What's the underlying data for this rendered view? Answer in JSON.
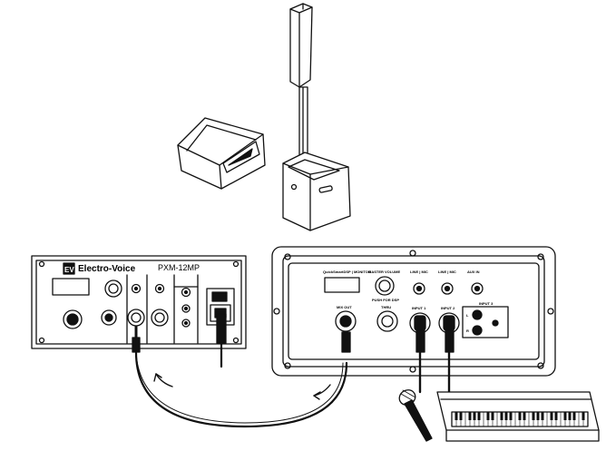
{
  "left_panel": {
    "logo_mark": "EV",
    "brand": "Electro-Voice",
    "model": "PXM-12MP"
  },
  "right_panel": {
    "labels": {
      "dsp_monitor": "QuickSmartDSP | MONITOR",
      "master_volume": "MASTER VOLUME",
      "push_for_dsp": "PUSH FOR DSP",
      "line_mic_1": "LINE | MIC",
      "line_mic_2": "LINE | MIC",
      "aux_in": "AUX IN",
      "mix_out": "MIX OUT",
      "thru": "THRU",
      "input_1": "INPUT 1",
      "input_2": "INPUT 2",
      "input_3": "INPUT 3",
      "ch_l": "L",
      "ch_r": "R"
    }
  },
  "colors": {
    "line": "#111111",
    "panel_fill": "#ffffff",
    "dark_fill": "#1a1a1a"
  }
}
